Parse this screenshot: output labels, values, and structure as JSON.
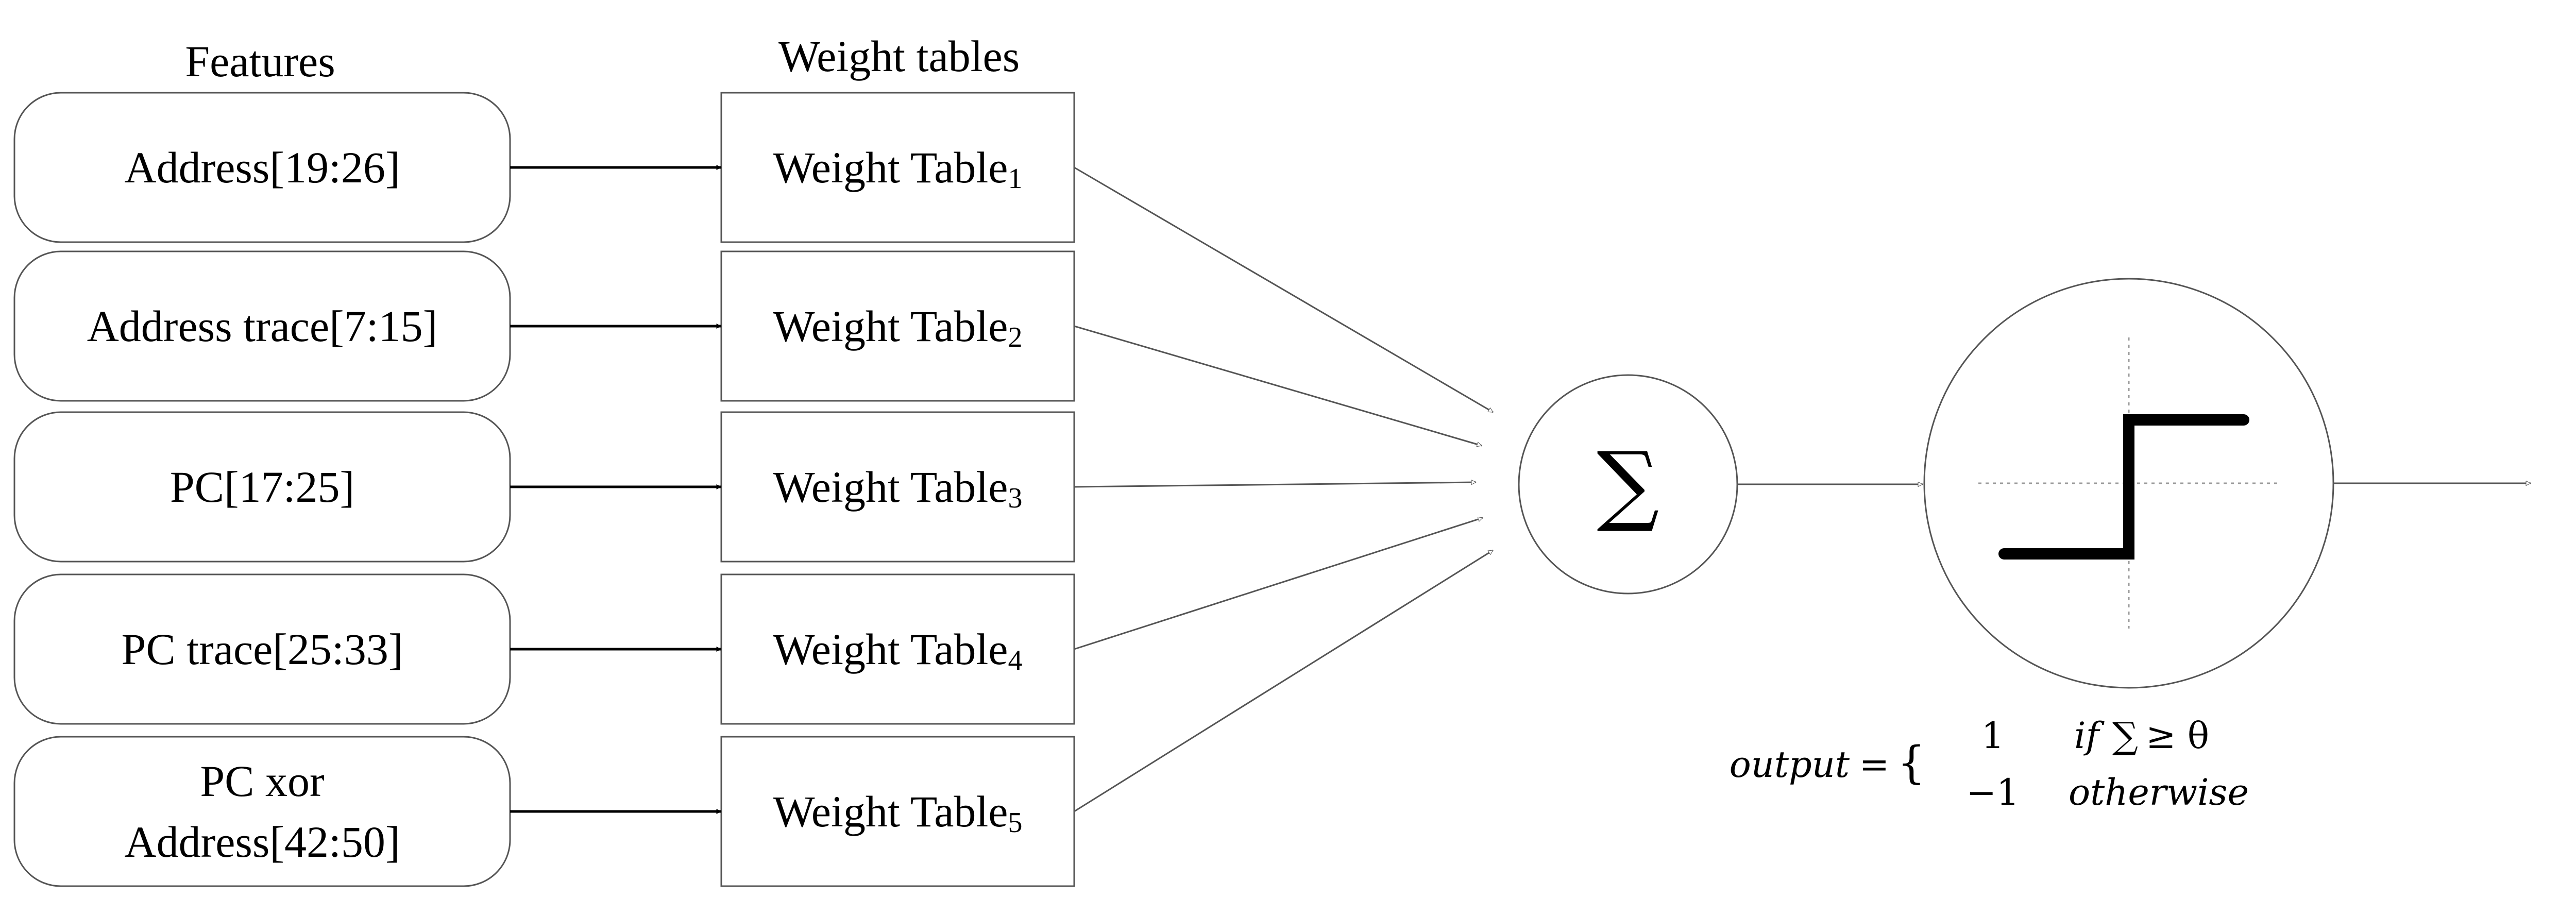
{
  "headers": {
    "features": "Features",
    "weight_tables": "Weight tables"
  },
  "features": [
    {
      "lines": [
        "Address[19:26]"
      ]
    },
    {
      "lines": [
        "Address trace[7:15]"
      ]
    },
    {
      "lines": [
        "PC[17:25]"
      ]
    },
    {
      "lines": [
        "PC trace[25:33]"
      ]
    },
    {
      "lines": [
        "PC xor",
        "Address[42:50]"
      ]
    }
  ],
  "weight_tables": [
    {
      "label": "Weight Table",
      "subscript": "1"
    },
    {
      "label": "Weight Table",
      "subscript": "2"
    },
    {
      "label": "Weight Table",
      "subscript": "3"
    },
    {
      "label": "Weight Table",
      "subscript": "4"
    },
    {
      "label": "Weight Table",
      "subscript": "5"
    }
  ],
  "summation": {
    "symbol": "∑"
  },
  "activation": {
    "type": "step function",
    "levels": [
      -1,
      1
    ]
  },
  "formula": {
    "lhs": "output",
    "equals": "=",
    "brace": "{",
    "case1_value": "1",
    "case1_condition_if": "if",
    "case1_condition_sum": "∑",
    "case1_condition_rest": "≥ θ",
    "case2_value": "−1",
    "case2_condition": "otherwise"
  },
  "colors": {
    "stroke": "#000000",
    "thin_stroke": "#555555",
    "guide": "#9a9a9a",
    "text": "#000000",
    "background": "#ffffff"
  }
}
